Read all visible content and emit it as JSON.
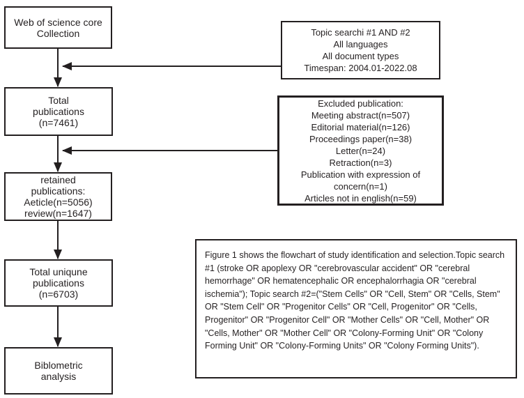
{
  "figure": {
    "type": "flowchart",
    "ink_color": "#231f20",
    "background_color": "#ffffff",
    "main_boxes": [
      {
        "id": "source",
        "label": "Web of science core\nCollection"
      },
      {
        "id": "total",
        "label": "Total\npublications\n(n=7461)"
      },
      {
        "id": "retained",
        "label": "retained\npublications:\nAeticle(n=5056)\nreview(n=1647)"
      },
      {
        "id": "unique",
        "label": "Total uniqune\npublications\n(n=6703)"
      },
      {
        "id": "analysis",
        "label": "Biblometric\nanalysis"
      }
    ],
    "side_boxes": [
      {
        "id": "search-criteria",
        "label": "Topic searchi #1 AND #2\nAll languages\nAll document types\nTimespan: 2004.01-2022.08"
      },
      {
        "id": "excluded",
        "label": "Excluded publication:\nMeeting abstract(n=507)\nEditorial material(n=126)\nProceedings paper(n=38)\nLetter(n=24)\nRetraction(n=3)\nPublication with expression of\nconcern(n=1)\nArticles not in english(n=59)"
      }
    ],
    "caption": "Figure 1 shows the flowchart of study identification and selection.Topic search #1  (stroke OR apoplexy OR \"cerebrovascular accident\" OR \"cerebral hemorrhage\" OR hematencephalic OR encephalorrhagia OR \"cerebral ischemia\");  Topic search #2=(\"Stem Cells\" OR \"Cell, Stem\" OR \"Cells, Stem\" OR \"Stem Cell\" OR \"Progenitor Cells\" OR \"Cell, Progenitor\" OR \"Cells, Progenitor\" OR \"Progenitor Cell\" OR \"Mother Cells\" OR \"Cell, Mother\" OR \"Cells, Mother\" OR \"Mother Cell\" OR \"Colony-Forming Unit\" OR \"Colony Forming Unit\" OR \"Colony-Forming Units\" OR \"Colony Forming Units\")."
  }
}
